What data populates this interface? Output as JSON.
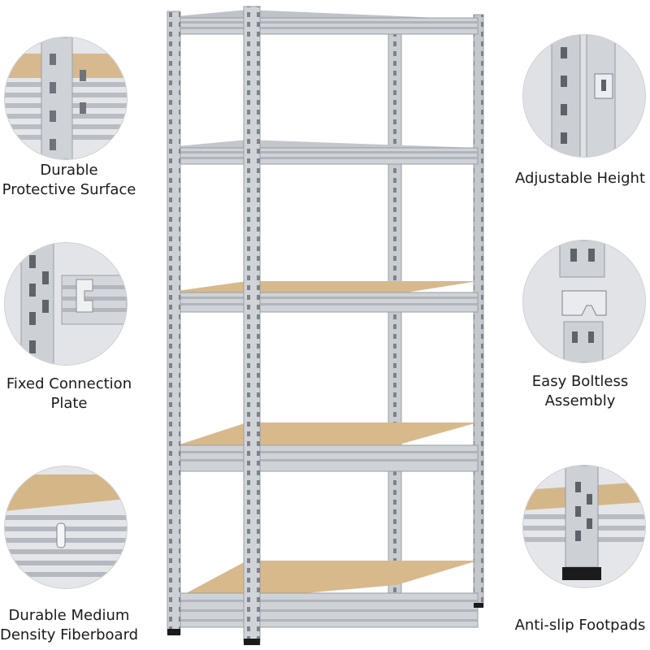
{
  "features": [
    {
      "id": "durable-protective-surface",
      "lines": [
        "Durable",
        "Protective Surface"
      ]
    },
    {
      "id": "fixed-connection-plate",
      "lines": [
        "Fixed Connection",
        "Plate"
      ]
    },
    {
      "id": "durable-medium-density-fiberboard",
      "lines": [
        "Durable Medium",
        "Density Fiberboard"
      ]
    },
    {
      "id": "adjustable-height",
      "lines": [
        "Adjustable Height"
      ]
    },
    {
      "id": "easy-boltless-assembly",
      "lines": [
        "Easy Boltless",
        "Assembly"
      ]
    },
    {
      "id": "anti-slip-footpads",
      "lines": [
        "Anti-slip Footpads"
      ]
    }
  ],
  "product": {
    "shelf_count": 5,
    "colors": {
      "metal": "#c9ccd1",
      "metal_dark": "#8d9299",
      "board": "#d8b98c",
      "board_edge": "#c7a373",
      "foot": "#1b1b1b"
    }
  }
}
